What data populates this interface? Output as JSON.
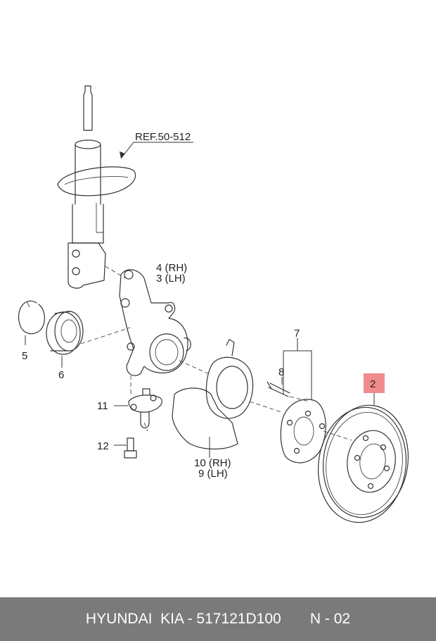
{
  "reference": "REF.50-512",
  "labels": {
    "p4": "4 (RH)",
    "p3": "3 (LH)",
    "p7": "7",
    "p8": "8",
    "p5": "5",
    "p6": "6",
    "p11": "11",
    "p12": "12",
    "p10": "10 (RH)",
    "p9": "9 (LH)",
    "p2": "2"
  },
  "highlight_color": "#f28c8c",
  "footer": {
    "brand": "HYUNDAI  KIA - 517121D100",
    "page": "N - 02"
  }
}
